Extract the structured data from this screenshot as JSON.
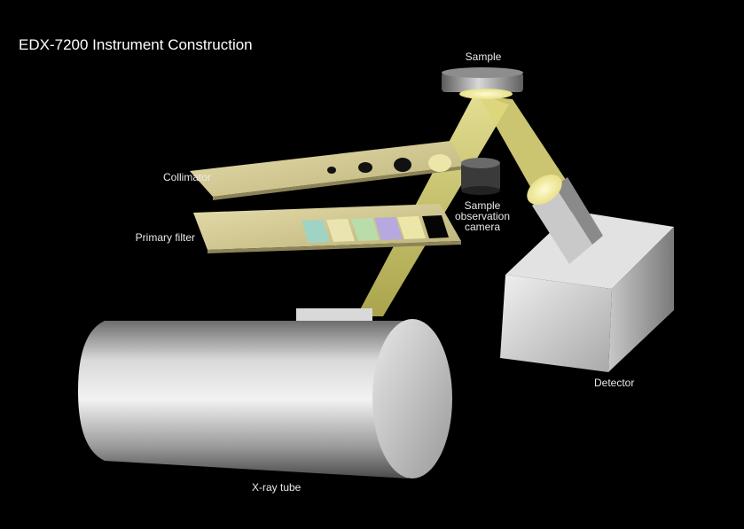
{
  "title": "EDX-7200 Instrument Construction",
  "labels": {
    "sample": "Sample",
    "collimator": "Collimator",
    "primary_filter": "Primary filter",
    "camera_line1": "Sample",
    "camera_line2": "observation",
    "camera_line3": "camera",
    "detector": "Detector",
    "xray_tube": "X-ray tube"
  },
  "colors": {
    "background": "#000000",
    "beam": "#e6e08a",
    "plate": "#d8cf98",
    "metal": "#bdbdbd",
    "filter_teal": "#9fd4c4",
    "filter_green": "#b9dca8",
    "filter_violet": "#b7a8e0",
    "filter_cream": "#e9e4b0"
  }
}
